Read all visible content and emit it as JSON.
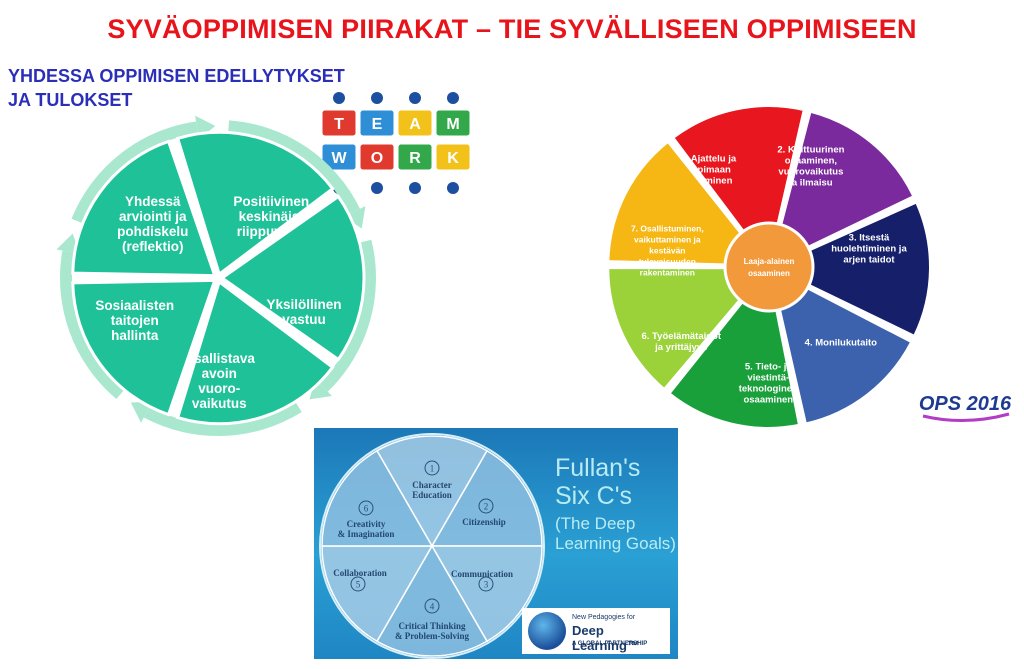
{
  "title": "SYVÄOPPIMISEN PIIRAKAT – TIE SYVÄLLISEEN OPPIMISEEN",
  "subtitle_lines": [
    "YHDESSA OPPIMISEN EDELLYTYKSET",
    "JA TULOKSET"
  ],
  "teamwork_letters": [
    "T",
    "E",
    "A",
    "M",
    "W",
    "O",
    "R",
    "K"
  ],
  "left_pie": {
    "color": "#1fc298",
    "arrow_color": "#a9e8cf",
    "segments": [
      {
        "lines": [
          "Positiivinen",
          "keskinäis-",
          "riippuvuus"
        ]
      },
      {
        "lines": [
          "Yksilöllinen",
          "vastuu"
        ]
      },
      {
        "lines": [
          "Osallistava",
          "avoin",
          "vuoro-",
          "vaikutus"
        ]
      },
      {
        "lines": [
          "Sosiaalisten",
          "taitojen",
          "hallinta"
        ]
      },
      {
        "lines": [
          "Yhdessä",
          "arviointi ja",
          "pohdiskelu",
          "(reflektio)"
        ]
      }
    ]
  },
  "right_wheel": {
    "center_lines": [
      "Laaja-alainen",
      "osaaminen"
    ],
    "center_color": "#f29a3b",
    "segments": [
      {
        "color": "#e8161e",
        "lines": [
          "1.  Ajattelu ja",
          "oppimaan",
          "oppiminen"
        ]
      },
      {
        "color": "#7a2a9c",
        "lines": [
          "2. Kulttuurinen",
          "osaaminen,",
          "vuorovaikutus",
          "ja ilmaisu"
        ]
      },
      {
        "color": "#16206a",
        "lines": [
          "3. Itsestä",
          "huolehtiminen ja",
          "arjen taidot"
        ]
      },
      {
        "color": "#3c62ad",
        "lines": [
          "4. Monilukutaito"
        ]
      },
      {
        "color": "#1aa03a",
        "lines": [
          "5. Tieto- ja",
          "viestintä-",
          "teknologinen",
          "osaaminen"
        ]
      },
      {
        "color": "#9bd23a",
        "lines": [
          "6. Työelämätaidot",
          "ja yrittäjyys"
        ]
      },
      {
        "color": "#f6b714",
        "lines": [
          "7. Osallistuminen,",
          "vaikuttaminen ja",
          "kestävän",
          "tulevaisuuden",
          "rakentaminen"
        ]
      }
    ]
  },
  "ops_logo": "OPS 2016",
  "fullan": {
    "title_lines": [
      "Fullan's",
      "Six C's"
    ],
    "subtitle_lines": [
      "(The Deep",
      "Learning Goals)"
    ],
    "segments": [
      {
        "num": "1",
        "lines": [
          "Character",
          "Education"
        ]
      },
      {
        "num": "2",
        "lines": [
          "Citizenship"
        ]
      },
      {
        "num": "3",
        "lines": [
          "Communication"
        ]
      },
      {
        "num": "4",
        "lines": [
          "Critical Thinking",
          "& Problem-Solving"
        ]
      },
      {
        "num": "5",
        "lines": [
          "Collaboration"
        ]
      },
      {
        "num": "6",
        "lines": [
          "Creativity",
          "& Imagination"
        ]
      }
    ],
    "npdl": {
      "small": "New Pedagogies for",
      "big": "Deep Learning™",
      "tiny": "A GLOBAL PARTNERSHIP"
    }
  }
}
